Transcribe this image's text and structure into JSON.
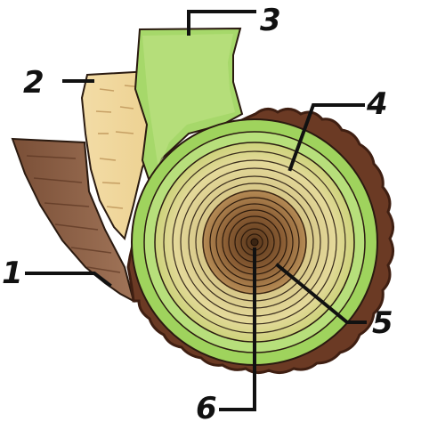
{
  "labels": [
    {
      "id": "1",
      "text": "1"
    },
    {
      "id": "2",
      "text": "2"
    },
    {
      "id": "3",
      "text": "3"
    },
    {
      "id": "4",
      "text": "4"
    },
    {
      "id": "5",
      "text": "5"
    },
    {
      "id": "6",
      "text": "6"
    }
  ],
  "colors": {
    "bark": "#6b3a24",
    "bark_dark": "#3f1f12",
    "outer_bark_side": "#8a5f44",
    "phloem": "#f0d79a",
    "cambium": "#9bd05b",
    "cambium_light": "#b6df78",
    "sapwood": "#ded38a",
    "heartwood": "#9a6a3c",
    "heartwood_dark": "#5a381c",
    "ring_line": "#2c2016",
    "label": "#111111"
  },
  "icons": []
}
